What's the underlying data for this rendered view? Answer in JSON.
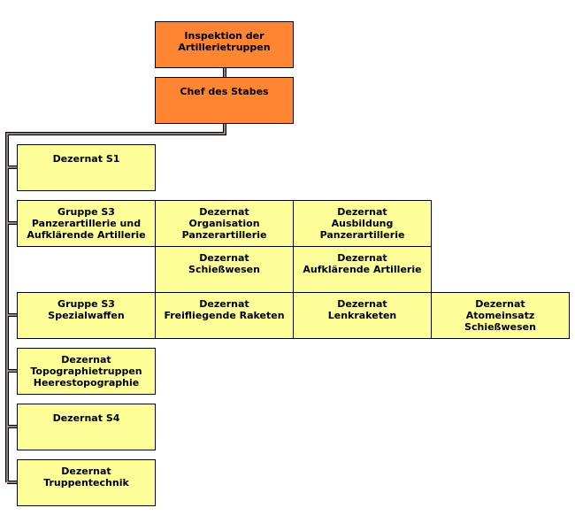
{
  "chart": {
    "top": [
      "Inspektion der\nArtillerietruppen",
      "Chef des Stabes"
    ],
    "units": [
      "Dezernat S1",
      "Gruppe S3\nPanzerartillerie und\nAufklärende Artillerie",
      "Dezernat\nOrganisation\nPanzerartillerie",
      "Dezernat\nAusbildung\nPanzerartillerie",
      "Dezernat\nSchießwesen",
      "Dezernat\nAufklärende Artillerie",
      "Gruppe S3\nSpezialwaffen",
      "Dezernat\nFreifliegende Raketen",
      "Dezernat\nLenkraketen",
      "Dezernat\nAtomeinsatz\nSchießwesen",
      "Dezernat\nTopographietruppen\nHeerestopographie",
      "Dezernat S4",
      "Dezernat\nTruppentechnik"
    ]
  },
  "colors": {
    "top": "#ff8533",
    "unit": "#ffff99",
    "connector": "#5a1a1a"
  }
}
